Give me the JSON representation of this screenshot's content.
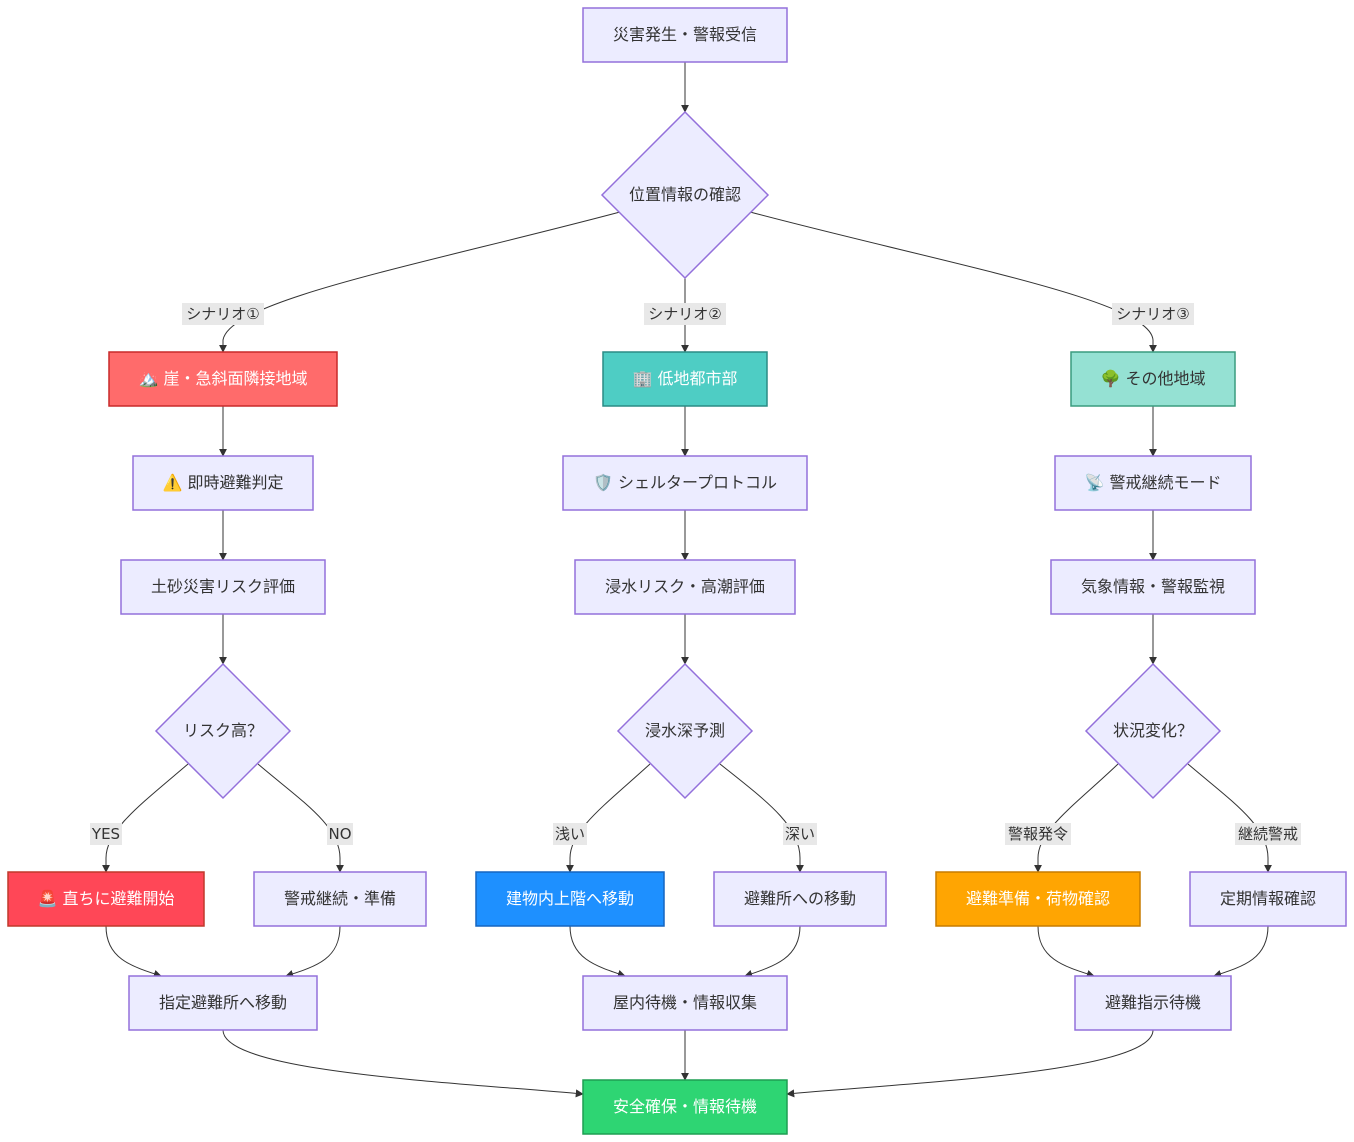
{
  "colors": {
    "default_fill": "#ECECFF",
    "default_stroke": "#9370DB",
    "cliff_fill": "#FF6B6B",
    "cliff_stroke": "#C92A2A",
    "lowland_fill": "#4ECDC4",
    "lowland_stroke": "#2A8C85",
    "other_fill": "#95E1D3",
    "other_stroke": "#3A9C7F",
    "urgent_fill": "#FF4757",
    "urgent_stroke": "#C0392B",
    "upper_fill": "#1E90FF",
    "upper_stroke": "#1565C0",
    "prepare_fill": "#FFA502",
    "prepare_stroke": "#C77C00",
    "safe_fill": "#2ED573",
    "safe_stroke": "#1E9E52",
    "edge": "#333333"
  },
  "nodes": {
    "start": "災害発生・警報受信",
    "location": "位置情報の確認",
    "cliff": "🏔️ 崖・急斜面隣接地域",
    "lowland": "🏢 低地都市部",
    "other": "🌳 その他地域",
    "immediate": "⚠️ 即時避難判定",
    "shelter": "🛡️ シェルタープロトコル",
    "monitor_mode": "📡 警戒継続モード",
    "landslide": "土砂災害リスク評価",
    "flood": "浸水リスク・高潮評価",
    "weather": "気象情報・警報監視",
    "risk_high": "リスク高？",
    "depth": "浸水深予測",
    "change": "状況変化？",
    "evacuate_now": "🚨 直ちに避難開始",
    "alert_prepare": "警戒継続・準備",
    "upper_floor": "建物内上階へ移動",
    "to_shelter": "避難所への移動",
    "prep_luggage": "避難準備・荷物確認",
    "periodic": "定期情報確認",
    "designated": "指定避難所へ移動",
    "indoor": "屋内待機・情報収集",
    "await_order": "避難指示待機",
    "safe": "安全確保・情報待機"
  },
  "edge_labels": {
    "s1": "シナリオ①",
    "s2": "シナリオ②",
    "s3": "シナリオ③",
    "yes": "YES",
    "no": "NO",
    "shallow": "浅い",
    "deep": "深い",
    "warning": "警報発令",
    "continue": "継続警戒"
  }
}
